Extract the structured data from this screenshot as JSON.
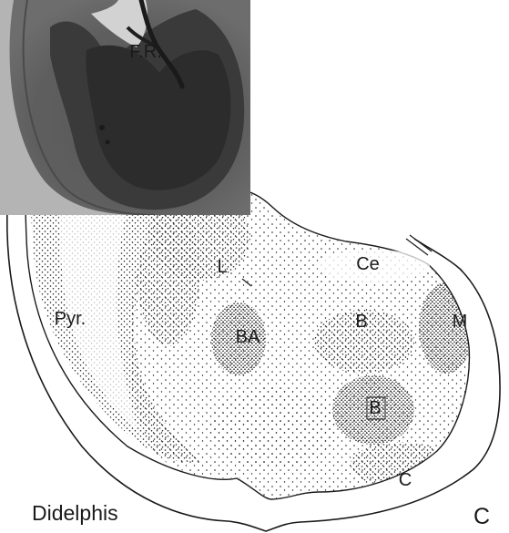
{
  "figure": {
    "species_label": "Didelphis",
    "panel_letter": "C",
    "regions": [
      {
        "id": "fr",
        "text": "F.R."
      },
      {
        "id": "pyr",
        "text": "Pyr."
      },
      {
        "id": "l",
        "text": "L"
      },
      {
        "id": "ce",
        "text": "Ce"
      },
      {
        "id": "ba",
        "text": "BA"
      },
      {
        "id": "b1",
        "text": "B"
      },
      {
        "id": "m",
        "text": "M"
      },
      {
        "id": "b2",
        "text": "B"
      },
      {
        "id": "c",
        "text": "C"
      }
    ],
    "inset": {
      "kind": "micrograph",
      "tone": "grayscale"
    },
    "colors": {
      "ink": "#1a1a1a",
      "paper": "#ffffff",
      "photo_dark": "#3a3a3a"
    }
  }
}
